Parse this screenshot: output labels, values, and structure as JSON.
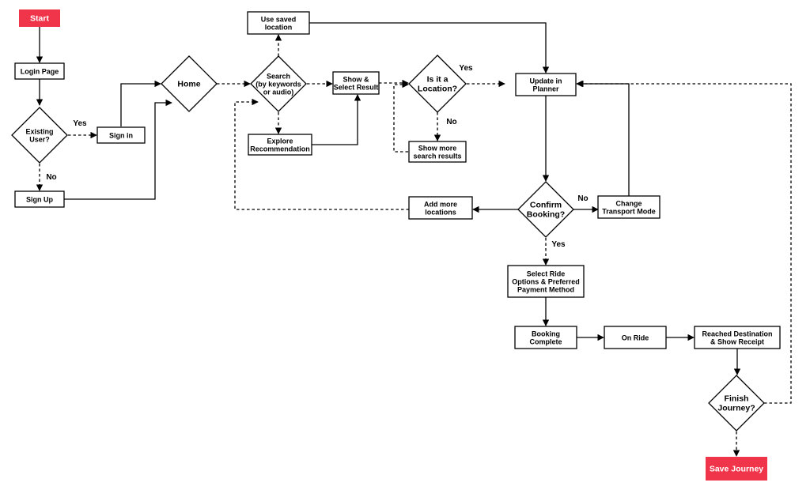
{
  "colors": {
    "terminal": "#f0344a",
    "line": "#000000",
    "box_fill": "#ffffff"
  },
  "nodes": {
    "start": {
      "lines": [
        "Start"
      ]
    },
    "login_page": {
      "lines": [
        "Login Page"
      ]
    },
    "existing_user": {
      "lines": [
        "Existing",
        "User?"
      ]
    },
    "sign_in": {
      "lines": [
        "Sign in"
      ]
    },
    "sign_up": {
      "lines": [
        "Sign Up"
      ]
    },
    "home": {
      "lines": [
        "Home"
      ]
    },
    "use_saved_location": {
      "lines": [
        "Use saved",
        "location"
      ]
    },
    "search": {
      "lines": [
        "Search",
        "(by keywords",
        "or audio)"
      ]
    },
    "explore_recommendation": {
      "lines": [
        "Explore",
        "Recommendation"
      ]
    },
    "show_select_result": {
      "lines": [
        "Show &",
        "Select Result"
      ]
    },
    "is_it_location": {
      "lines": [
        "Is it a",
        "Location?"
      ]
    },
    "show_more_results": {
      "lines": [
        "Show more",
        "search results"
      ]
    },
    "update_planner": {
      "lines": [
        "Update in",
        "Planner"
      ]
    },
    "confirm_booking": {
      "lines": [
        "Confirm",
        "Booking?"
      ]
    },
    "add_more_locations": {
      "lines": [
        "Add more",
        "locations"
      ]
    },
    "change_transport_mode": {
      "lines": [
        "Change",
        "Transport Mode"
      ]
    },
    "select_ride_options": {
      "lines": [
        "Select Ride",
        "Options & Preferred",
        "Payment Method"
      ]
    },
    "booking_complete": {
      "lines": [
        "Booking",
        "Complete"
      ]
    },
    "on_ride": {
      "lines": [
        "On Ride"
      ]
    },
    "reached_destination": {
      "lines": [
        "Reached Destination",
        "& Show Receipt"
      ]
    },
    "finish_journey": {
      "lines": [
        "Finish",
        "Journey?"
      ]
    },
    "save_journey": {
      "lines": [
        "Save Journey"
      ]
    }
  },
  "edge_labels": {
    "existing_yes": "Yes",
    "existing_no": "No",
    "location_yes": "Yes",
    "location_no": "No",
    "confirm_no": "No",
    "confirm_yes": "Yes"
  }
}
